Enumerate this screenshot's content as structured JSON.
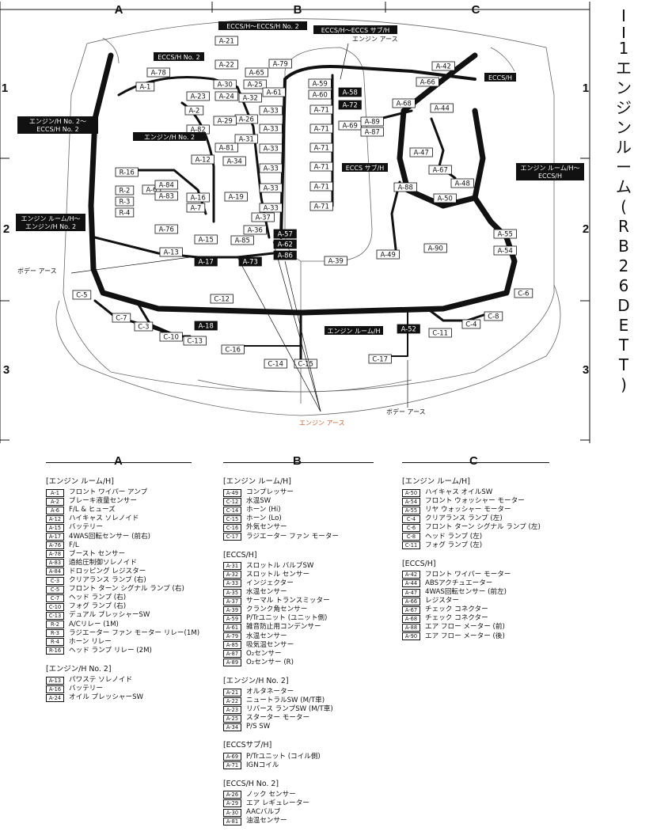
{
  "page": {
    "section_mark": "I",
    "section_number": "1",
    "title_vertical": "エンジン ルーム(RB26DETT)"
  },
  "grid": {
    "columns": [
      "A",
      "B",
      "C"
    ],
    "rows": [
      "1",
      "2",
      "3"
    ]
  },
  "diagram": {
    "connectors": [
      "A-1",
      "A-2",
      "A-6",
      "A-7",
      "A-12",
      "A-13",
      "A-15",
      "A-16",
      "A-17",
      "A-18",
      "A-19",
      "A-21",
      "A-22",
      "A-23",
      "A-24",
      "A-25",
      "A-26",
      "A-29",
      "A-30",
      "A-31",
      "A-32",
      "A-33",
      "A-33",
      "A-33",
      "A-33",
      "A-33",
      "A-33",
      "A-34",
      "A-36",
      "A-37",
      "A-39",
      "A-42",
      "A-44",
      "A-47",
      "A-48",
      "A-49",
      "A-50",
      "A-52",
      "A-54",
      "A-55",
      "A-57",
      "A-58",
      "A-59",
      "A-60",
      "A-61",
      "A-62",
      "A-65",
      "A-66",
      "A-67",
      "A-68",
      "A-69",
      "A-71",
      "A-71",
      "A-71",
      "A-71",
      "A-71",
      "A-71",
      "A-72",
      "A-73",
      "A-76",
      "A-78",
      "A-79",
      "A-81",
      "A-82",
      "A-83",
      "A-84",
      "A-85",
      "A-86",
      "A-87",
      "A-88",
      "A-89",
      "A-90",
      "C-3",
      "C-4",
      "C-5",
      "C-6",
      "C-7",
      "C-8",
      "C-10",
      "C-11",
      "C-12",
      "C-13",
      "C-14",
      "C-15",
      "C-16",
      "C-17",
      "R-16",
      "R-2",
      "R-3",
      "R-4"
    ],
    "labels": {
      "eccs_h_no2": "ECCS/H No. 2",
      "eccs_to_eccs_no2": "ECCS/H～ECCS/H No. 2",
      "eccs_to_eccs_sub": "ECCS/H～ECCS サブ/H",
      "engine_earth_top": "エンジン アース",
      "engine_h_no2_eccs_1": "エンジン/H No. 2～",
      "engine_h_no2_eccs_2": "ECCS/H No. 2",
      "engine_h_no2": "エンジン/H No. 2",
      "eccs_sub_h": "ECCS サブ/H",
      "eccs_h": "ECCS/H",
      "engine_room_eccs_1": "エンジン ルーム/H～",
      "engine_room_eccs_2": "ECCS/H",
      "engine_room_no2_1": "エンジン ルーム/H～",
      "engine_room_no2_2": "エンジン/H No. 2",
      "body_earth_left": "ボデー アース",
      "engine_room_h": "エンジン ルーム/H",
      "body_earth_right": "ボデー アース",
      "engine_earth_bottom": "エンジン アース"
    }
  },
  "legend": {
    "A": [
      {
        "title": "[エンジン ルーム/H]",
        "items": [
          {
            "code": "A-1",
            "name": "フロント ワイパー アンプ"
          },
          {
            "code": "A-2",
            "name": "ブレーキ液量センサー"
          },
          {
            "code": "A-6",
            "name": "F/L & ヒューズ"
          },
          {
            "code": "A-12",
            "name": "ハイキャス ソレノイド"
          },
          {
            "code": "A-15",
            "name": "バッテリー"
          },
          {
            "code": "A-17",
            "name": "4WAS回転センサー (前右)"
          },
          {
            "code": "A-76",
            "name": "F/L"
          },
          {
            "code": "A-78",
            "name": "ブースト センサー"
          },
          {
            "code": "A-83",
            "name": "過給圧制御ソレノイド"
          },
          {
            "code": "A-84",
            "name": "ドロッピング レジスター"
          },
          {
            "code": "C-3",
            "name": "クリアランス ランプ (右)"
          },
          {
            "code": "C-5",
            "name": "フロント ターン シグナル ランプ (右)"
          },
          {
            "code": "C-7",
            "name": "ヘッド ランプ (右)"
          },
          {
            "code": "C-10",
            "name": "フォグ ランプ (右)"
          },
          {
            "code": "C-13",
            "name": "デュアル プレッシャーSW"
          },
          {
            "code": "R-2",
            "name": "A/Cリレー (1M)"
          },
          {
            "code": "R-3",
            "name": "ラジエーター ファン モーター リレー(1M)"
          },
          {
            "code": "R-4",
            "name": "ホーン リレー"
          },
          {
            "code": "R-16",
            "name": "ヘッド ランプ リレー (2M)"
          }
        ]
      },
      {
        "title": "[エンジン/H No. 2]",
        "items": [
          {
            "code": "A-13",
            "name": "パワステ ソレノイド"
          },
          {
            "code": "A-16",
            "name": "バッテリー"
          },
          {
            "code": "A-24",
            "name": "オイル プレッシャーSW"
          }
        ]
      }
    ],
    "B": [
      {
        "title": "[エンジン ルーム/H]",
        "items": [
          {
            "code": "A-49",
            "name": "コンプレッサー"
          },
          {
            "code": "C-12",
            "name": "水温SW"
          },
          {
            "code": "C-14",
            "name": "ホーン (Hi)"
          },
          {
            "code": "C-15",
            "name": "ホーン (Lo)"
          },
          {
            "code": "C-16",
            "name": "外気センサー"
          },
          {
            "code": "C-17",
            "name": "ラジエーター ファン モーター"
          }
        ]
      },
      {
        "title": "[ECCS/H]",
        "items": [
          {
            "code": "A-31",
            "name": "スロットル バルブSW"
          },
          {
            "code": "A-32",
            "name": "スロットル センサー"
          },
          {
            "code": "A-33",
            "name": "インジェクター"
          },
          {
            "code": "A-35",
            "name": "水温センサー"
          },
          {
            "code": "A-37",
            "name": "サーマル トランスミッター"
          },
          {
            "code": "A-39",
            "name": "クランク角センサー"
          },
          {
            "code": "A-59",
            "name": "P/Trユニット (ユニット側)"
          },
          {
            "code": "A-61",
            "name": "雑音防止用コンデンサー"
          },
          {
            "code": "A-79",
            "name": "水温センサー"
          },
          {
            "code": "A-85",
            "name": "吸気温センサー"
          },
          {
            "code": "A-87",
            "name": "O₂センサー"
          },
          {
            "code": "A-89",
            "name": "O₂センサー (R)"
          }
        ]
      },
      {
        "title": "[エンジン/H No. 2]",
        "items": [
          {
            "code": "A-21",
            "name": "オルタネーター"
          },
          {
            "code": "A-22",
            "name": "ニュートラルSW (M/T車)"
          },
          {
            "code": "A-23",
            "name": "リバース ランプSW (M/T車)"
          },
          {
            "code": "A-25",
            "name": "スターター モーター"
          },
          {
            "code": "A-34",
            "name": "P/S SW"
          }
        ]
      },
      {
        "title": "[ECCSサブ/H]",
        "items": [
          {
            "code": "A-69",
            "name": "P/Trユニット (コイル側)"
          },
          {
            "code": "A-71",
            "name": "IGNコイル"
          }
        ]
      },
      {
        "title": "[ECCS/H No. 2]",
        "items": [
          {
            "code": "A-26",
            "name": "ノック センサー"
          },
          {
            "code": "A-29",
            "name": "エア レギュレーター"
          },
          {
            "code": "A-30",
            "name": "AACバルブ"
          },
          {
            "code": "A-81",
            "name": "油温センサー"
          }
        ]
      }
    ],
    "C": [
      {
        "title": "[エンジン ルーム/H]",
        "items": [
          {
            "code": "A-50",
            "name": "ハイキャス オイルSW"
          },
          {
            "code": "A-54",
            "name": "フロント ウォッシャー モーター"
          },
          {
            "code": "A-55",
            "name": "リヤ ウォッシャー モーター"
          },
          {
            "code": "C-4",
            "name": "クリアランス ランプ (左)"
          },
          {
            "code": "C-6",
            "name": "フロント ターン シグナル ランプ (左)"
          },
          {
            "code": "C-8",
            "name": "ヘッド ランプ (左)"
          },
          {
            "code": "C-11",
            "name": "フォグ ランプ (左)"
          }
        ]
      },
      {
        "title": "[ECCS/H]",
        "items": [
          {
            "code": "A-42",
            "name": "フロント ワイパー モーター"
          },
          {
            "code": "A-44",
            "name": "ABSアクチュエーター"
          },
          {
            "code": "A-47",
            "name": "4WAS回転センサー (前左)"
          },
          {
            "code": "A-66",
            "name": "レジスター"
          },
          {
            "code": "A-67",
            "name": "チェック コネクター"
          },
          {
            "code": "A-68",
            "name": "チェック コネクター"
          },
          {
            "code": "A-88",
            "name": "エア フロー メーター (前)"
          },
          {
            "code": "A-90",
            "name": "エア フロー メーター (後)"
          }
        ]
      }
    ]
  },
  "colors": {
    "line": "#111111",
    "paper": "#ffffff",
    "highlight_text": "#c8602a"
  }
}
